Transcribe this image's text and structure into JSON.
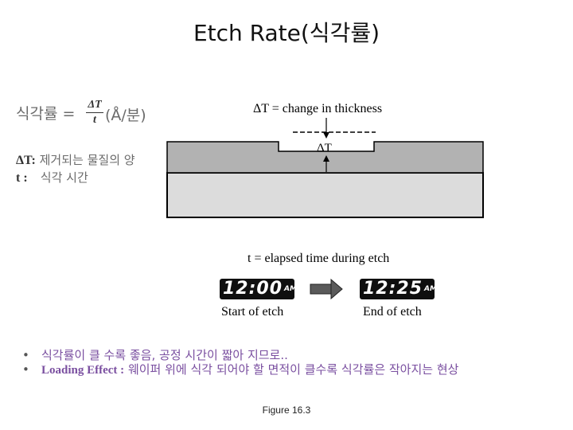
{
  "title": "Etch Rate(식각률)",
  "formula": {
    "lhs": "식각률 =",
    "numerator": "ΔT",
    "denominator": "t",
    "unit": "(Å/분)"
  },
  "definitions": [
    {
      "symbol": "ΔT:",
      "text": "제거되는 물질의 양"
    },
    {
      "symbol": "t :",
      "text": "식각 시간"
    }
  ],
  "diagram": {
    "delta_t_caption": "ΔT = change in thickness",
    "delta_t_label": "ΔT",
    "time_caption": "t = elapsed time during etch",
    "colors": {
      "film": "#b2b2b2",
      "substrate": "#dcdcdc",
      "outline": "#000000"
    }
  },
  "clocks": {
    "start": {
      "time": "12:00",
      "ampm": "AM",
      "label": "Start of etch"
    },
    "end": {
      "time": "12:25",
      "ampm": "AM",
      "label": "End of etch"
    }
  },
  "bullets": [
    "식각률이 클 수록 좋음, 공정 시간이 짧아 지므로..",
    {
      "bold": "Loading Effect :",
      "text": " 웨이퍼 위에 식각 되어야 할 면적이 클수록 식각률은 작아지는 현상"
    }
  ],
  "figure_caption": "Figure 16.3"
}
